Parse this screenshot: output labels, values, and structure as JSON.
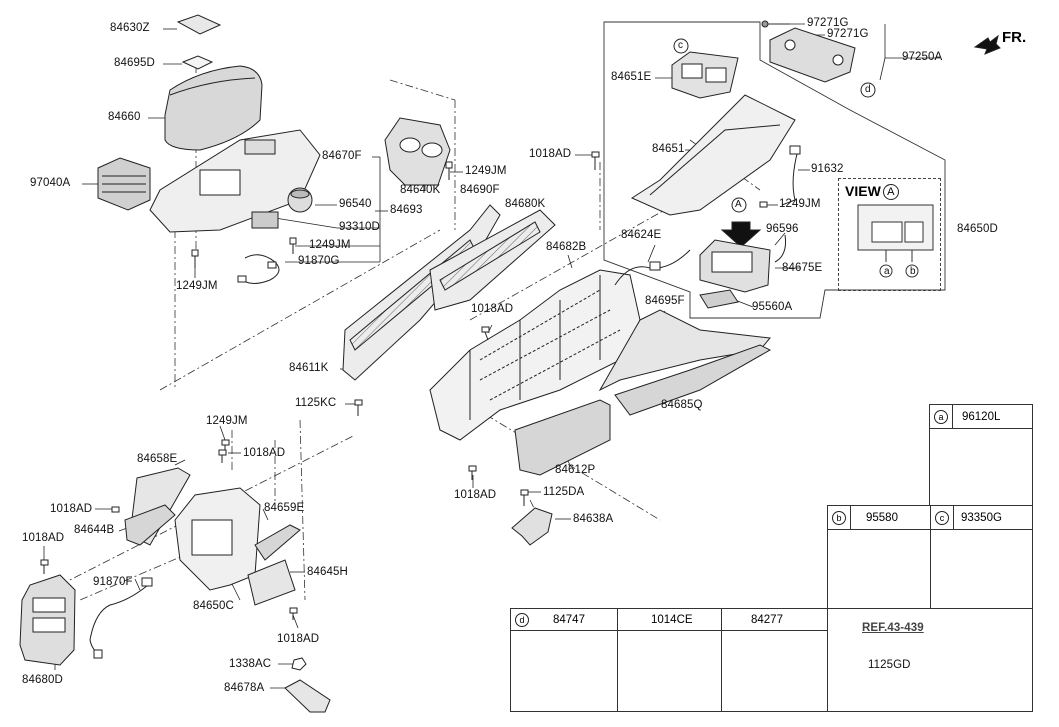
{
  "labels": [
    {
      "id": "p84630Z",
      "text": "84630Z"
    },
    {
      "id": "p84695D",
      "text": "84695D"
    },
    {
      "id": "p84660",
      "text": "84660"
    },
    {
      "id": "p97040A",
      "text": "97040A"
    },
    {
      "id": "p1249JM_a",
      "text": "1249JM"
    },
    {
      "id": "p84670F",
      "text": "84670F"
    },
    {
      "id": "p96540",
      "text": "96540"
    },
    {
      "id": "p84693",
      "text": "84693"
    },
    {
      "id": "p93310D",
      "text": "93310D"
    },
    {
      "id": "p1249JM_b",
      "text": "1249JM"
    },
    {
      "id": "p91870G",
      "text": "91870G"
    },
    {
      "id": "p84640K",
      "text": "84640K"
    },
    {
      "id": "p1249JM_c",
      "text": "1249JM"
    },
    {
      "id": "p84690F",
      "text": "84690F"
    },
    {
      "id": "p84680K",
      "text": "84680K"
    },
    {
      "id": "p1018AD_a",
      "text": "1018AD"
    },
    {
      "id": "p84651E",
      "text": "84651E"
    },
    {
      "id": "p84651",
      "text": "84651"
    },
    {
      "id": "p97271G_a",
      "text": "97271G"
    },
    {
      "id": "p97271G_b",
      "text": "97271G"
    },
    {
      "id": "p97250A",
      "text": "97250A"
    },
    {
      "id": "p91632",
      "text": "91632"
    },
    {
      "id": "p1249JM_d",
      "text": "1249JM"
    },
    {
      "id": "p84650D",
      "text": "84650D"
    },
    {
      "id": "p96596",
      "text": "96596"
    },
    {
      "id": "p84675E",
      "text": "84675E"
    },
    {
      "id": "p95560A",
      "text": "95560A"
    },
    {
      "id": "p84624E",
      "text": "84624E"
    },
    {
      "id": "p84682B",
      "text": "84682B"
    },
    {
      "id": "p1018AD_b",
      "text": "1018AD"
    },
    {
      "id": "p84695F",
      "text": "84695F"
    },
    {
      "id": "p84611K",
      "text": "84611K"
    },
    {
      "id": "p1125KC",
      "text": "1125KC"
    },
    {
      "id": "p84685Q",
      "text": "84685Q"
    },
    {
      "id": "p84612P",
      "text": "84612P"
    },
    {
      "id": "p1018AD_c",
      "text": "1018AD"
    },
    {
      "id": "p1125DA",
      "text": "1125DA"
    },
    {
      "id": "p84638A",
      "text": "84638A"
    },
    {
      "id": "p1249JM_e",
      "text": "1249JM"
    },
    {
      "id": "p1018AD_d",
      "text": "1018AD"
    },
    {
      "id": "p84658E",
      "text": "84658E"
    },
    {
      "id": "p1018AD_e",
      "text": "1018AD"
    },
    {
      "id": "p84644B",
      "text": "84644B"
    },
    {
      "id": "p84659E",
      "text": "84659E"
    },
    {
      "id": "p1018AD_f",
      "text": "1018AD"
    },
    {
      "id": "p84645H",
      "text": "84645H"
    },
    {
      "id": "p84650C",
      "text": "84650C"
    },
    {
      "id": "p91870F",
      "text": "91870F"
    },
    {
      "id": "p1018AD_g",
      "text": "1018AD"
    },
    {
      "id": "p84680D",
      "text": "84680D"
    },
    {
      "id": "p1338AC",
      "text": "1338AC"
    },
    {
      "id": "p84678A",
      "text": "84678A"
    }
  ],
  "fr_label": "FR.",
  "view_box": {
    "title": "VIEW",
    "marker": "A",
    "circle_a": "a",
    "circle_b": "b"
  },
  "marker_c": "c",
  "marker_d": "d",
  "marker_A": "A",
  "table_a": {
    "marker": "a",
    "part": "96120L"
  },
  "table_b": {
    "marker": "b",
    "part": "95580"
  },
  "table_c": {
    "marker": "c",
    "part": "93350G"
  },
  "table_d": {
    "marker": "d",
    "cols": [
      "84747",
      "1014CE",
      "84277"
    ]
  },
  "ref_box": {
    "ref": "REF.43-439",
    "part": "1125GD"
  }
}
